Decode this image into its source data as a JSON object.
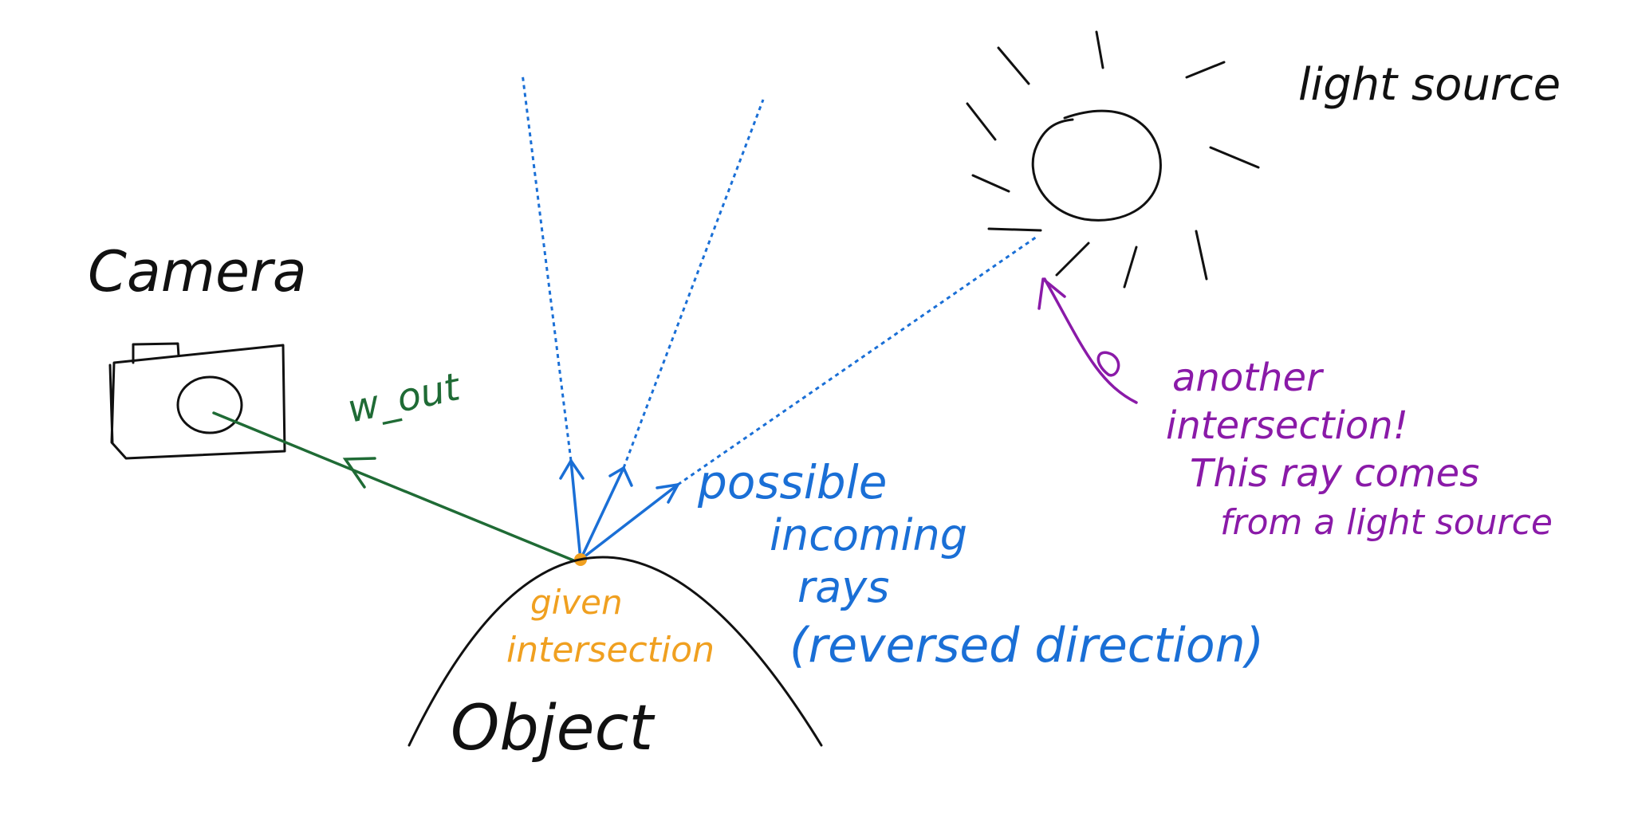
{
  "labels": {
    "camera": "Camera",
    "light_source": "light source",
    "w_out": "w_out",
    "possible_incoming_rays": [
      "possible",
      "incoming",
      "rays",
      "(reversed direction)"
    ],
    "given_intersection": [
      "given",
      "intersection"
    ],
    "object": "Object",
    "another_intersection": [
      "another",
      "intersection!",
      "This ray comes",
      "from a light source"
    ]
  },
  "colors": {
    "ink": "#111111",
    "rays": "#1a6fd6",
    "w_out": "#1f6b35",
    "given_intersection": "#f0a020",
    "another_intersection": "#8a1aa8"
  }
}
